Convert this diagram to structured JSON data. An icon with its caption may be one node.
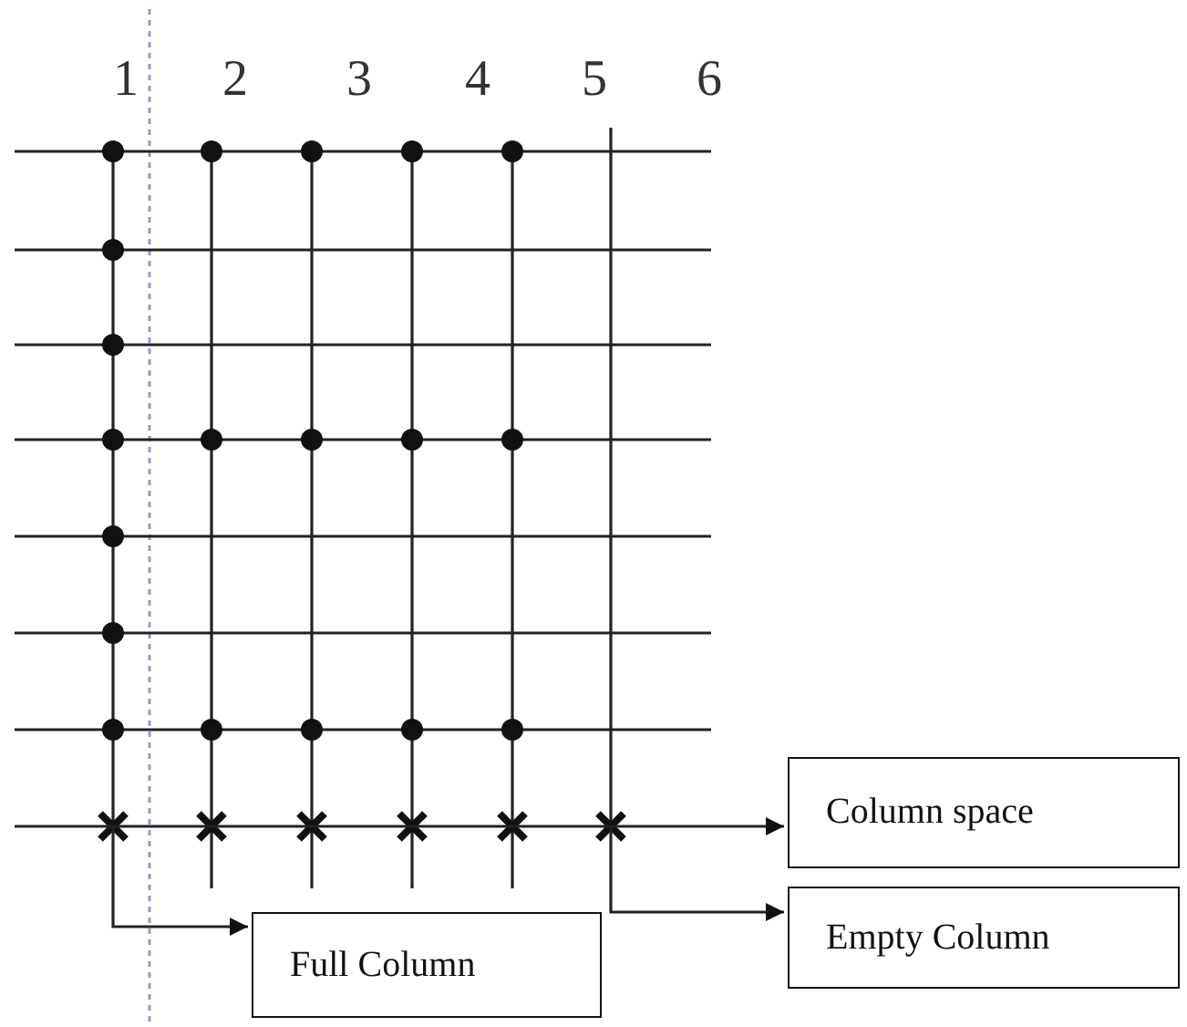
{
  "diagram": {
    "nodes": [
      {
        "text": [
          "Column space"
        ]
      },
      {
        "text": [
          "Empty Column"
        ]
      },
      {
        "text": [
          "Full Column"
        ]
      }
    ],
    "edges": [
      {
        "from": null,
        "to": 0,
        "arrow": "to"
      },
      {
        "from": null,
        "to": 1,
        "arrow": "to"
      },
      {
        "from": null,
        "to": 2,
        "arrow": "to"
      }
    ],
    "labels": [
      "1",
      "2",
      "3",
      "4",
      "5",
      "6"
    ]
  }
}
